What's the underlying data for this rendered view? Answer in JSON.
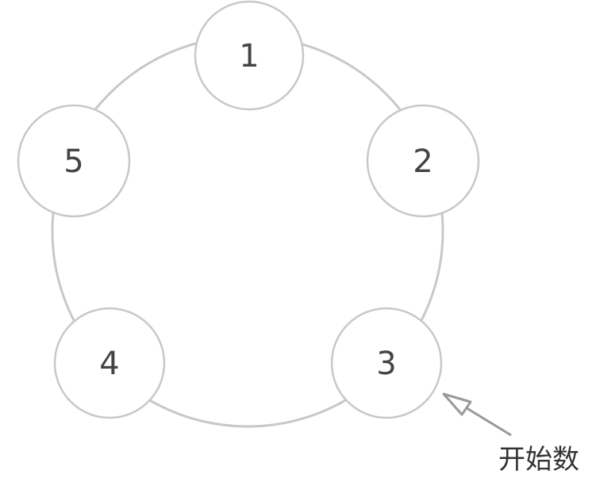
{
  "nodes": [
    {
      "label": "1"
    },
    {
      "label": "2"
    },
    {
      "label": "3"
    },
    {
      "label": "4"
    },
    {
      "label": "5"
    }
  ],
  "start_label": "开始数",
  "colors": {
    "stroke": "#c8c8c8",
    "arrow": "#999999",
    "text": "#444444"
  }
}
